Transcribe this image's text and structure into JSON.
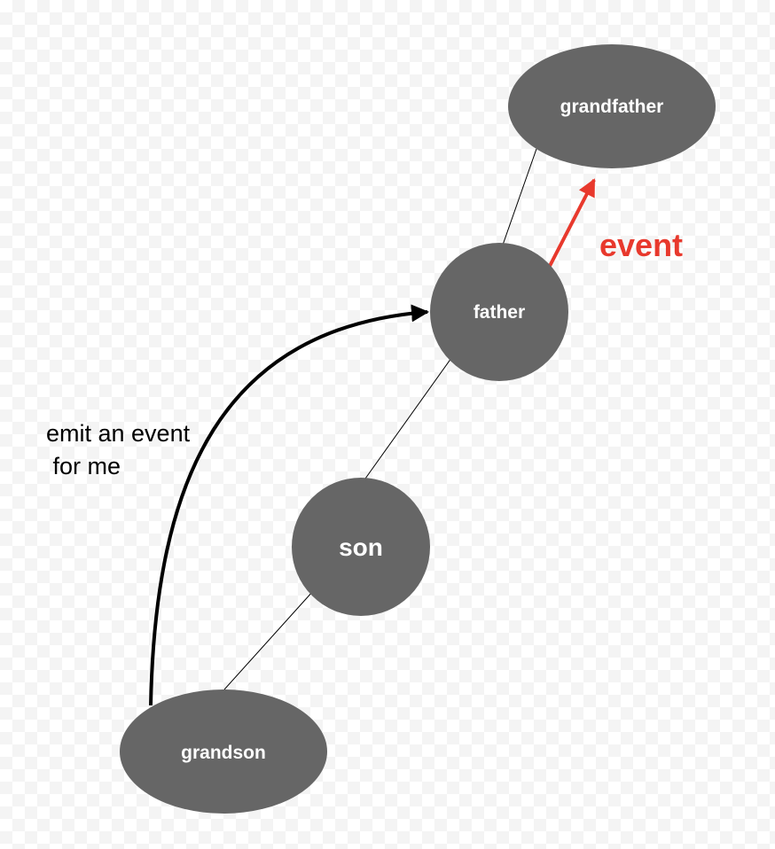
{
  "nodes": {
    "grandfather": "grandfather",
    "father": "father",
    "son": "son",
    "grandson": "grandson"
  },
  "annotations": {
    "event": "event",
    "emit_line1": "emit an event",
    "emit_line2": " for me"
  },
  "colors": {
    "node_fill": "#666666",
    "node_text": "#ffffff",
    "event_arrow": "#e8392d",
    "emit_arrow": "#000000",
    "connector": "#000000"
  }
}
